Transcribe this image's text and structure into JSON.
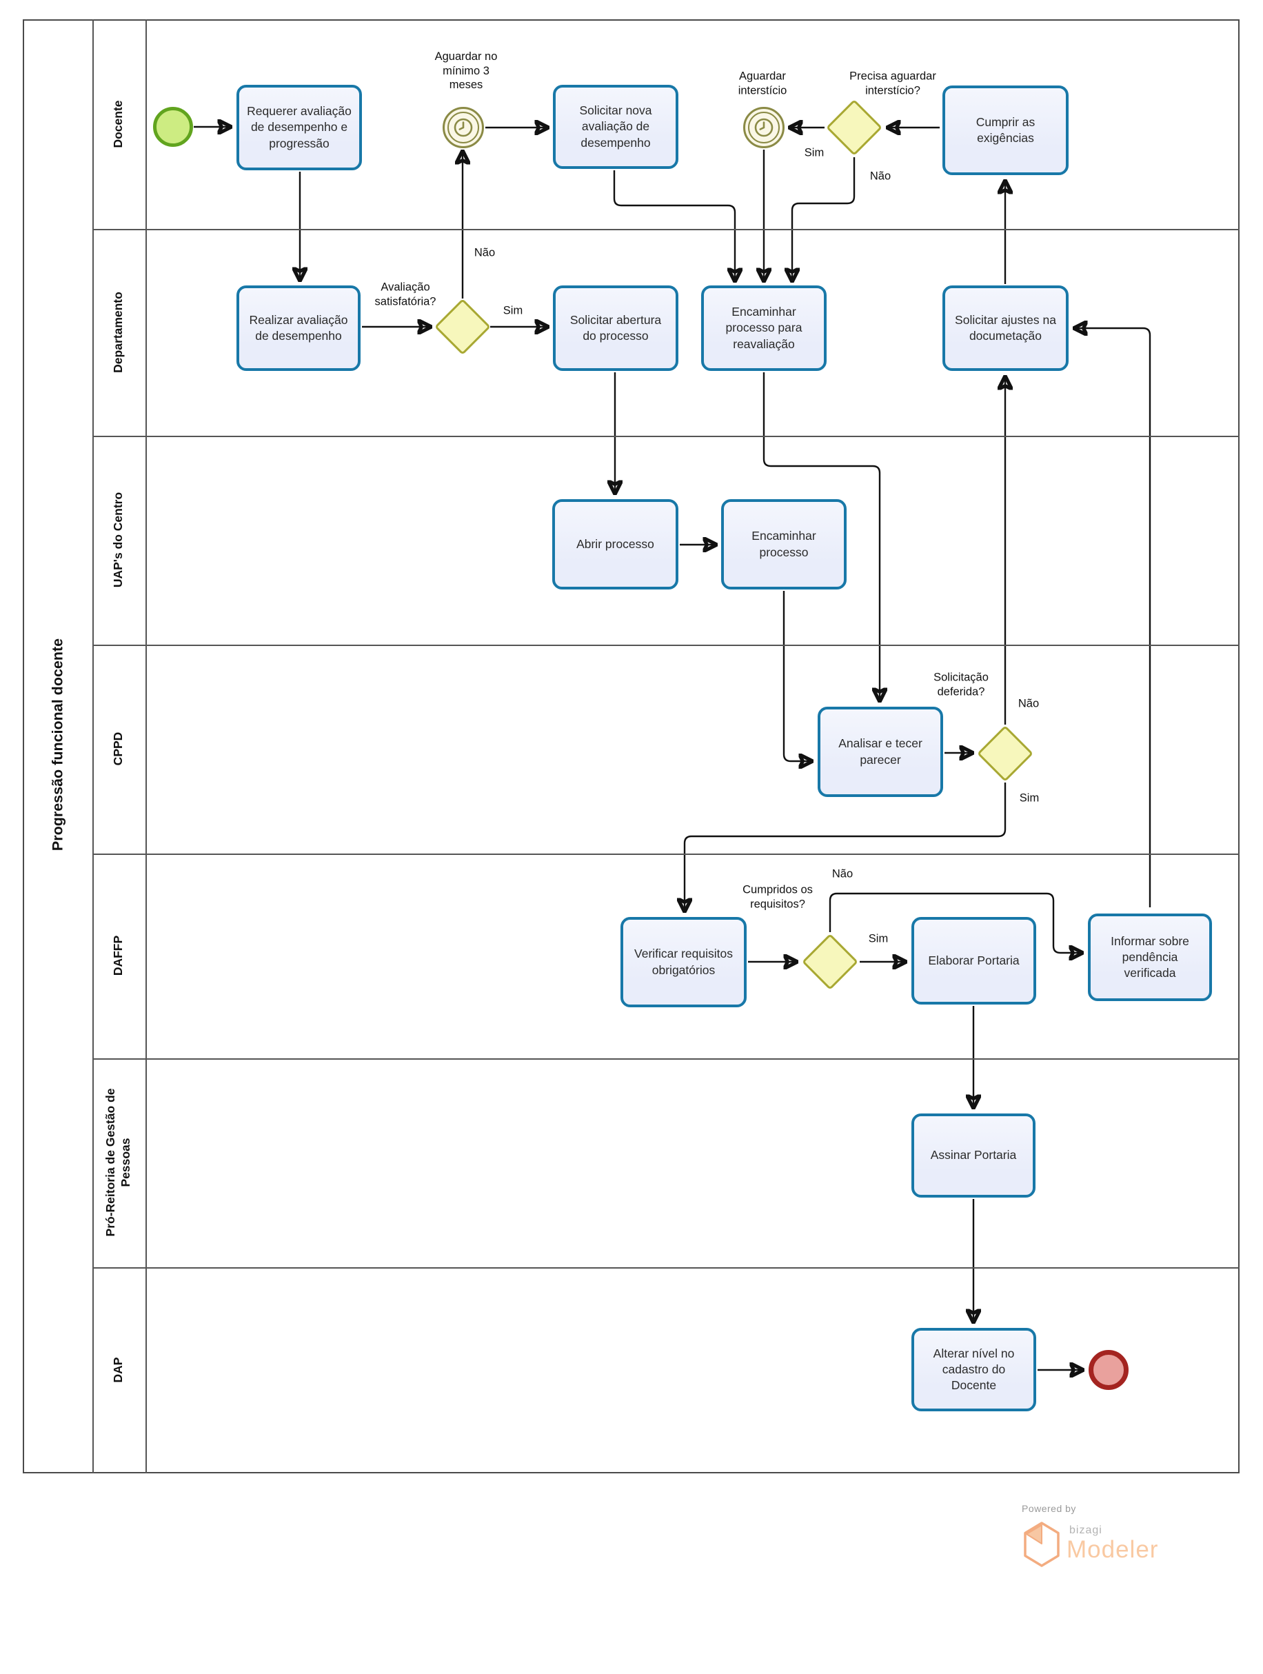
{
  "pool": {
    "title": "Progressão funcional docente"
  },
  "lanes": [
    {
      "label": "Docente"
    },
    {
      "label": "Departamento"
    },
    {
      "label": "UAP's do Centro"
    },
    {
      "label": "CPPD"
    },
    {
      "label": "DAFFP"
    },
    {
      "label": "Pró-Reitoria de Gestão de\nPessoas"
    },
    {
      "label": "DAP"
    }
  ],
  "tasks": {
    "requerer": "Requerer avaliação de desempenho e progressão",
    "solicitar_nova": "Solicitar nova avaliação de desempenho",
    "cumprir": "Cumprir as exigências",
    "realizar": "Realizar avaliação de desempenho",
    "solicitar_abertura": "Solicitar abertura do processo",
    "encaminhar_reavaliacao": "Encaminhar processo para reavaliação",
    "solicitar_ajustes": "Solicitar ajustes na documetação",
    "abrir": "Abrir processo",
    "encaminhar_processo": "Encaminhar processo",
    "analisar": "Analisar e tecer parecer",
    "verificar": "Verificar requisitos obrigatórios",
    "elaborar": "Elaborar Portaria",
    "informar": "Informar sobre pendência verificada",
    "assinar": "Assinar Portaria",
    "alterar": "Alterar nível no cadastro do Docente"
  },
  "events": {
    "timer_minimo": "Aguardar no\nmínimo 3\nmeses",
    "timer_intersticio": "Aguardar\ninterstício"
  },
  "gateways": {
    "avaliacao": "Avaliação\nsatisfatória?",
    "precisa": "Precisa aguardar\ninterstício?",
    "deferida": "Solicitação\ndeferida?",
    "cumpridos": "Cumpridos os\nrequisitos?"
  },
  "labels": {
    "sim": "Sim",
    "nao": "Não"
  },
  "branding": {
    "powered_by": "Powered by",
    "company": "bizagi",
    "product": "Modeler"
  },
  "colors": {
    "task_fill": "#e9edfa",
    "task_border": "#1878a8",
    "gateway_fill": "#f7f7bc",
    "gateway_border": "#a8a832",
    "timer_color": "#8a8a45",
    "start_fill": "#cdec82",
    "start_border": "#61a41e",
    "end_fill": "#e9a19d",
    "end_border": "#a42420",
    "flow": "#111111",
    "lane_line": "#555555",
    "pool_border": "#4a4a4a",
    "brand_orange": "#f3ac80",
    "brand_orange_light": "#f9c9a2"
  }
}
